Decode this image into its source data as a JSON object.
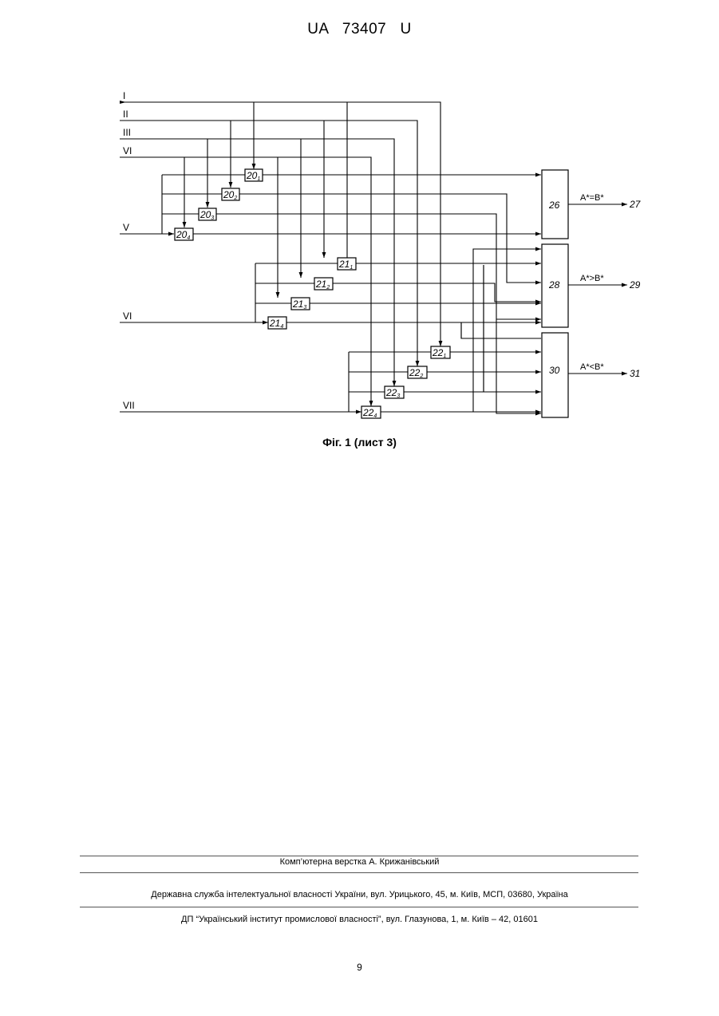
{
  "header": {
    "doc_number": "UA   73407   U"
  },
  "figure": {
    "caption": "Фіг. 1 (лист 3)",
    "input_labels": {
      "I": "I",
      "II": "II",
      "III": "III",
      "IV": "VI",
      "V": "V",
      "VI": "VI",
      "VII": "VII"
    },
    "blocks": {
      "b20_1": "20",
      "b20_1_sub": "1",
      "b20_2": "20",
      "b20_2_sub": "2",
      "b20_3": "20",
      "b20_3_sub": "3",
      "b20_4": "20",
      "b20_4_sub": "4",
      "b21_1": "21",
      "b21_1_sub": "1",
      "b21_2": "21",
      "b21_2_sub": "2",
      "b21_3": "21",
      "b21_3_sub": "3",
      "b21_4": "21",
      "b21_4_sub": "4",
      "b22_1": "22",
      "b22_1_sub": "1",
      "b22_2": "22",
      "b22_2_sub": "2",
      "b22_3": "22",
      "b22_3_sub": "3",
      "b22_4": "22",
      "b22_4_sub": "4",
      "b26": "26",
      "b28": "28",
      "b30": "30"
    },
    "outputs": {
      "out27_label": "A*=B*",
      "out27_num": "27",
      "out29_label": "A*>B*",
      "out29_num": "29",
      "out31_label": "A*<B*",
      "out31_num": "31"
    }
  },
  "footer": {
    "layout_credit": "Комп’ютерна верстка А. Крижанівський",
    "agency": "Державна служба інтелектуальної власності України, вул. Урицького, 45, м. Київ, МСП, 03680, Україна",
    "institute": "ДП “Український інститут промислової власності”, вул. Глазунова, 1, м. Київ – 42, 01601",
    "page_number": "9"
  }
}
